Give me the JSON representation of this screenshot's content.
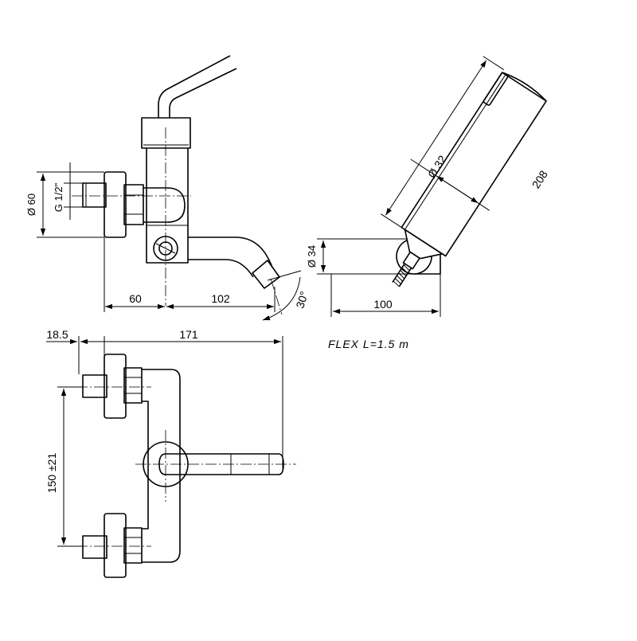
{
  "dimensions": {
    "wall_flange_diameter": "Ø 60",
    "inlet_thread": "G 1/2\"",
    "depth_to_centre": "60",
    "spout_length": "102",
    "spout_angle": "30°",
    "wall_offset": "18.5",
    "overall_length": "171",
    "inlet_centres": "150 ±21",
    "handshower_diameter": "Ø 32",
    "handshower_length": "208",
    "holder_diameter": "Ø 34",
    "holder_projection": "100"
  },
  "notes": {
    "flex_hose": "FLEX  L=1.5  m"
  }
}
